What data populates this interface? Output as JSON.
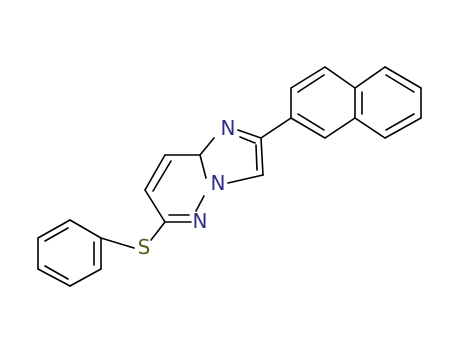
{
  "atoms": {
    "n_imidazole": "N",
    "n_bridge": "N",
    "n_pyridazine": "N",
    "s_thioether": "S"
  },
  "colors": {
    "background": "#ffffff",
    "bond": "#000000",
    "nitrogen": "#2e2e8a",
    "sulfur": "#5a5a1a"
  }
}
